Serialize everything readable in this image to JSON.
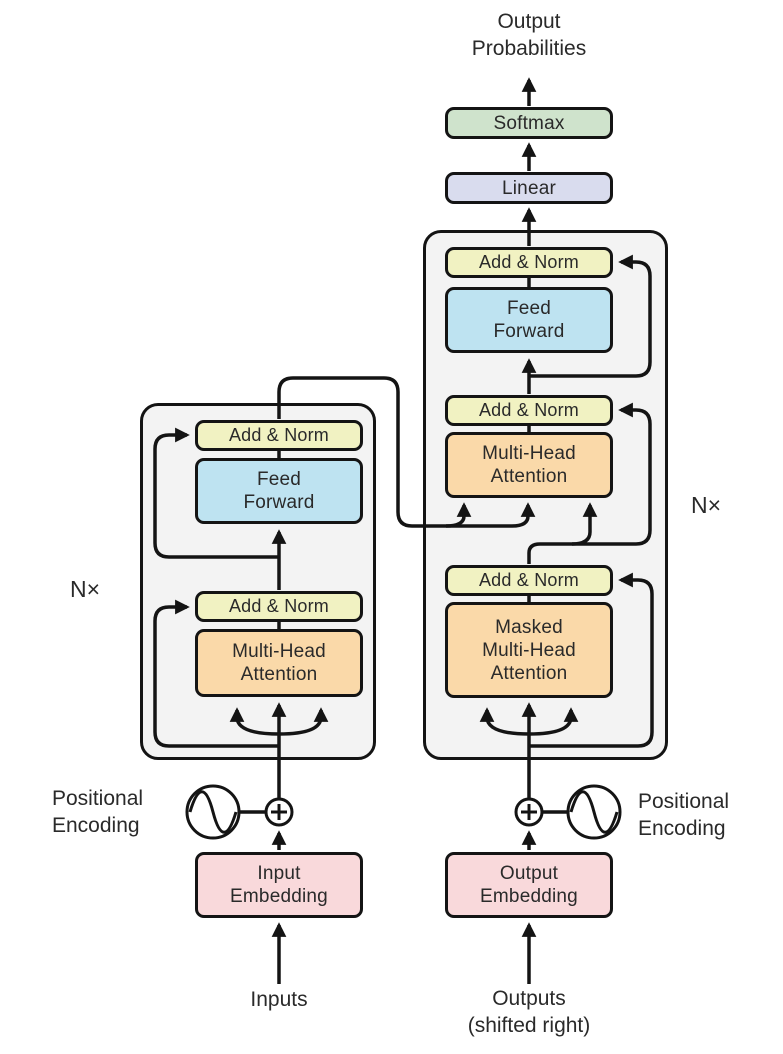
{
  "labels": {
    "output_probabilities": [
      "Output",
      "Probabilities"
    ],
    "softmax": "Softmax",
    "linear": "Linear",
    "add_norm": "Add & Norm",
    "feed_forward": [
      "Feed",
      "Forward"
    ],
    "multi_head_attention": [
      "Multi-Head",
      "Attention"
    ],
    "masked_multi_head_attention": [
      "Masked",
      "Multi-Head",
      "Attention"
    ],
    "input_embedding": [
      "Input",
      "Embedding"
    ],
    "output_embedding": [
      "Output",
      "Embedding"
    ],
    "positional_encoding": [
      "Positional",
      "Encoding"
    ],
    "n_times": "N×",
    "inputs": "Inputs",
    "outputs": [
      "Outputs",
      "(shifted right)"
    ]
  },
  "colors": {
    "softmax": "#cfe3cc",
    "linear": "#d9dcee",
    "add_norm": "#f1f2c2",
    "feed_forward": "#bee3f1",
    "attention": "#fad9a9",
    "embedding": "#f9d9db",
    "block_bg": "#f3f3f3"
  }
}
